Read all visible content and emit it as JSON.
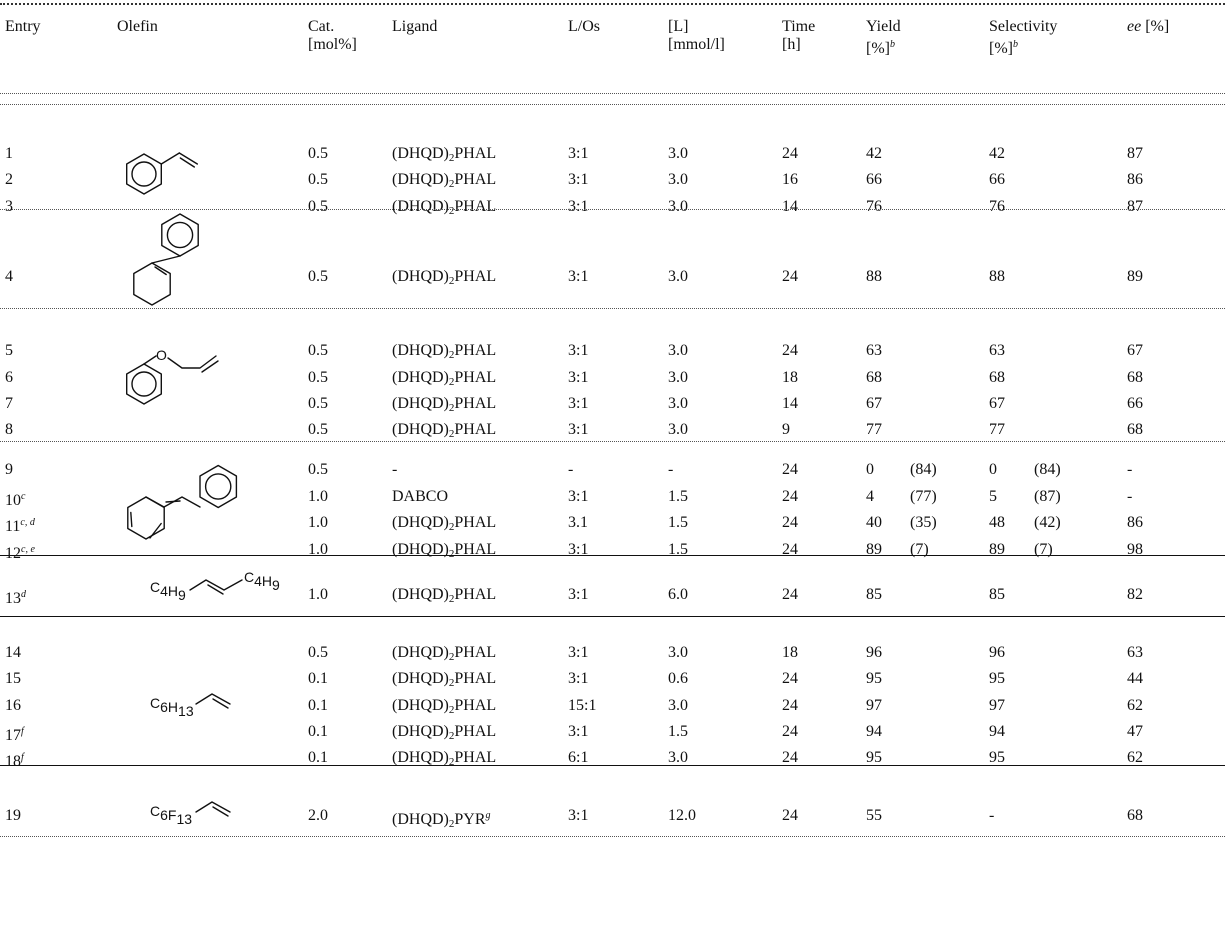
{
  "columns": [
    {
      "key": "entry",
      "label": "Entry"
    },
    {
      "key": "olefin",
      "label": "Olefin"
    },
    {
      "key": "cat",
      "label": "Cat.",
      "unit": "[mol%]"
    },
    {
      "key": "ligand",
      "label": "Ligand"
    },
    {
      "key": "ratio",
      "label": "L/Os"
    },
    {
      "key": "conc",
      "label": "[L]",
      "unit": "[mmol/l]"
    },
    {
      "key": "time",
      "label": "Time",
      "unit": "[h]"
    },
    {
      "key": "yield",
      "label": "Yield",
      "unit": "[%]",
      "note": "b"
    },
    {
      "key": "selectivity",
      "label": "Selectivity",
      "unit": "[%]",
      "note": "b"
    },
    {
      "key": "ee",
      "label": "ee",
      "unit": "[%]"
    }
  ],
  "groups": [
    {
      "olefin": {
        "structure": "styrene-icon"
      },
      "rows": [
        {
          "entry": "1",
          "note": "",
          "cat": "0.5",
          "ligand": "(DHQD)2PHAL",
          "ratio": "3:1",
          "conc": "3.0",
          "time": "24",
          "yield": "42",
          "yield_paren": "",
          "sel": "42",
          "sel_paren": "",
          "ee": "87"
        },
        {
          "entry": "2",
          "note": "",
          "cat": "0.5",
          "ligand": "(DHQD)2PHAL",
          "ratio": "3:1",
          "conc": "3.0",
          "time": "16",
          "yield": "66",
          "yield_paren": "",
          "sel": "66",
          "sel_paren": "",
          "ee": "86"
        },
        {
          "entry": "3",
          "note": "",
          "cat": "0.5",
          "ligand": "(DHQD)2PHAL",
          "ratio": "3:1",
          "conc": "3.0",
          "time": "14",
          "yield": "76",
          "yield_paren": "",
          "sel": "76",
          "sel_paren": "",
          "ee": "87"
        }
      ]
    },
    {
      "olefin": {
        "structure": "phenylcyclohexene-icon"
      },
      "rows": [
        {
          "entry": "4",
          "note": "",
          "cat": "0.5",
          "ligand": "(DHQD)2PHAL",
          "ratio": "3:1",
          "conc": "3.0",
          "time": "24",
          "yield": "88",
          "yield_paren": "",
          "sel": "88",
          "sel_paren": "",
          "ee": "89"
        }
      ]
    },
    {
      "olefin": {
        "structure": "allyl-phenyl-ether-icon"
      },
      "rows": [
        {
          "entry": "5",
          "note": "",
          "cat": "0.5",
          "ligand": "(DHQD)2PHAL",
          "ratio": "3:1",
          "conc": "3.0",
          "time": "24",
          "yield": "63",
          "yield_paren": "",
          "sel": "63",
          "sel_paren": "",
          "ee": "67"
        },
        {
          "entry": "6",
          "note": "",
          "cat": "0.5",
          "ligand": "(DHQD)2PHAL",
          "ratio": "3:1",
          "conc": "3.0",
          "time": "18",
          "yield": "68",
          "yield_paren": "",
          "sel": "68",
          "sel_paren": "",
          "ee": "68"
        },
        {
          "entry": "7",
          "note": "",
          "cat": "0.5",
          "ligand": "(DHQD)2PHAL",
          "ratio": "3:1",
          "conc": "3.0",
          "time": "14",
          "yield": "67",
          "yield_paren": "",
          "sel": "67",
          "sel_paren": "",
          "ee": "66"
        },
        {
          "entry": "8",
          "note": "",
          "cat": "0.5",
          "ligand": "(DHQD)2PHAL",
          "ratio": "3:1",
          "conc": "3.0",
          "time": "9",
          "yield": "77",
          "yield_paren": "",
          "sel": "77",
          "sel_paren": "",
          "ee": "68"
        }
      ]
    },
    {
      "olefin": {
        "structure": "stilbene-icon"
      },
      "rows": [
        {
          "entry": "9",
          "note": "",
          "cat": "0.5",
          "ligand": "-",
          "ratio": "-",
          "conc": "-",
          "time": "24",
          "yield": "0",
          "yield_paren": "(84)",
          "sel": "0",
          "sel_paren": "(84)",
          "ee": "-"
        },
        {
          "entry": "10",
          "note": "c",
          "cat": "1.0",
          "ligand": "DABCO",
          "ratio": "3:1",
          "conc": "1.5",
          "time": "24",
          "yield": "4",
          "yield_paren": "(77)",
          "sel": "5",
          "sel_paren": "(87)",
          "ee": "-"
        },
        {
          "entry": "11",
          "note": "c, d",
          "cat": "1.0",
          "ligand": "(DHQD)2PHAL",
          "ratio": "3.1",
          "conc": "1.5",
          "time": "24",
          "yield": "40",
          "yield_paren": "(35)",
          "sel": "48",
          "sel_paren": "(42)",
          "ee": "86"
        },
        {
          "entry": "12",
          "note": "c, e",
          "cat": "1.0",
          "ligand": "(DHQD)2PHAL",
          "ratio": "3:1",
          "conc": "1.5",
          "time": "24",
          "yield": "89",
          "yield_paren": "(7)",
          "sel": "89",
          "sel_paren": "(7)",
          "ee": "98"
        }
      ]
    },
    {
      "olefin": {
        "structure": "dec-5-ene-icon",
        "left": "C4H9",
        "right": "C4H9"
      },
      "rows": [
        {
          "entry": "13",
          "note": "d",
          "cat": "1.0",
          "ligand": "(DHQD)2PHAL",
          "ratio": "3:1",
          "conc": "6.0",
          "time": "24",
          "yield": "85",
          "yield_paren": "",
          "sel": "85",
          "sel_paren": "",
          "ee": "82"
        }
      ]
    },
    {
      "olefin": {
        "structure": "octene-icon",
        "left": "C6H13"
      },
      "rows": [
        {
          "entry": "14",
          "note": "",
          "cat": "0.5",
          "ligand": "(DHQD)2PHAL",
          "ratio": "3:1",
          "conc": "3.0",
          "time": "18",
          "yield": "96",
          "yield_paren": "",
          "sel": "96",
          "sel_paren": "",
          "ee": "63"
        },
        {
          "entry": "15",
          "note": "",
          "cat": "0.1",
          "ligand": "(DHQD)2PHAL",
          "ratio": "3:1",
          "conc": "0.6",
          "time": "24",
          "yield": "95",
          "yield_paren": "",
          "sel": "95",
          "sel_paren": "",
          "ee": "44"
        },
        {
          "entry": "16",
          "note": "",
          "cat": "0.1",
          "ligand": "(DHQD)2PHAL",
          "ratio": "15:1",
          "conc": "3.0",
          "time": "24",
          "yield": "97",
          "yield_paren": "",
          "sel": "97",
          "sel_paren": "",
          "ee": "62"
        },
        {
          "entry": "17",
          "note": "f",
          "cat": "0.1",
          "ligand": "(DHQD)2PHAL",
          "ratio": "3:1",
          "conc": "1.5",
          "time": "24",
          "yield": "94",
          "yield_paren": "",
          "sel": "94",
          "sel_paren": "",
          "ee": "47"
        },
        {
          "entry": "18",
          "note": "f",
          "cat": "0.1",
          "ligand": "(DHQD)2PHAL",
          "ratio": "6:1",
          "conc": "3.0",
          "time": "24",
          "yield": "95",
          "yield_paren": "",
          "sel": "95",
          "sel_paren": "",
          "ee": "62"
        }
      ]
    },
    {
      "olefin": {
        "structure": "perfluorohexyl-propene-icon",
        "left": "C6F13"
      },
      "rows": [
        {
          "entry": "19",
          "note": "",
          "cat": "2.0",
          "ligand": "(DHQD)2PYR",
          "ligand_note": "g",
          "ratio": "3:1",
          "conc": "12.0",
          "time": "24",
          "yield": "55",
          "yield_paren": "",
          "sel": "-",
          "sel_paren": "",
          "ee": "68"
        }
      ]
    }
  ]
}
